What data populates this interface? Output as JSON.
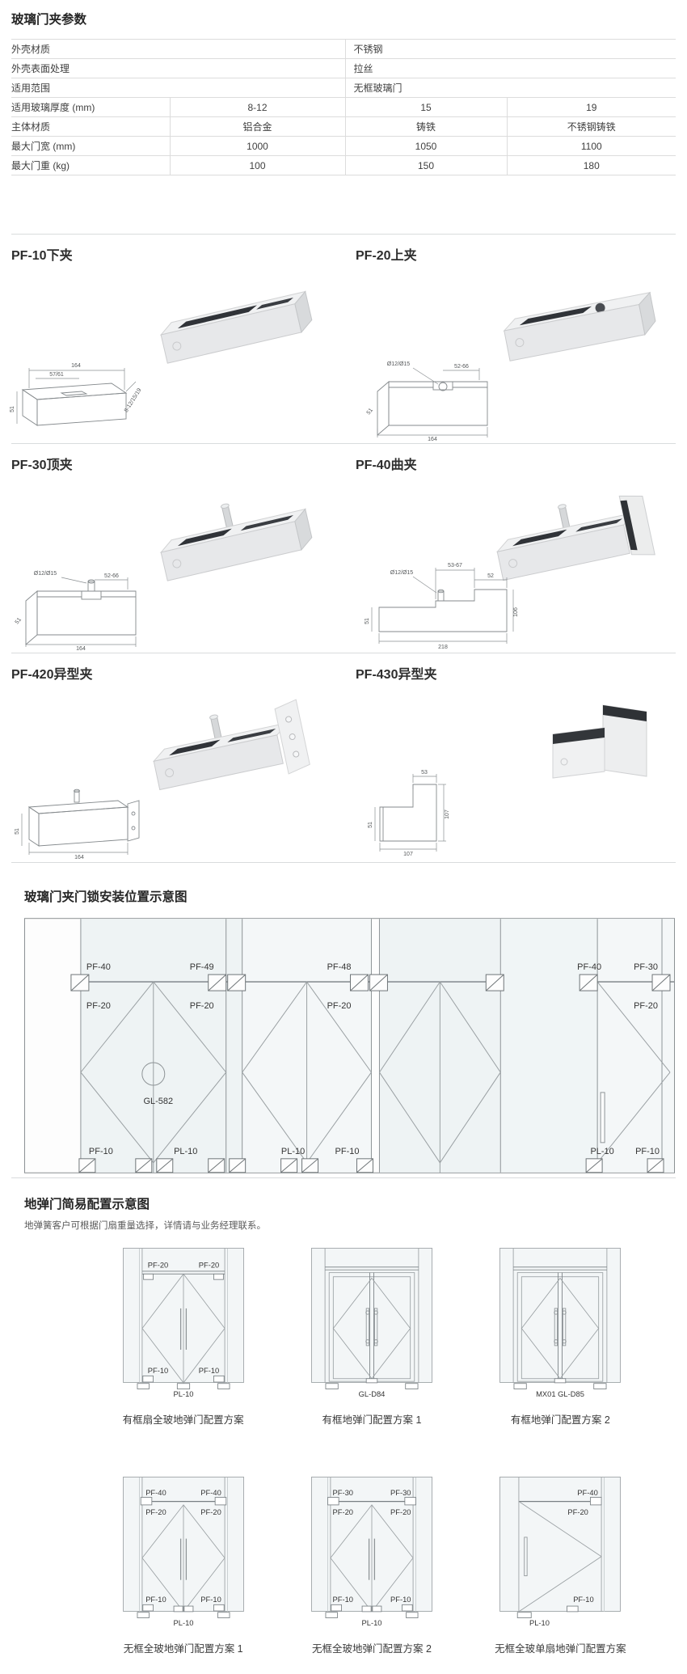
{
  "spec": {
    "title": "玻璃门夹参数",
    "rows_merged": [
      {
        "label": "外壳材质",
        "value": "不锈钢"
      },
      {
        "label": "外壳表面处理",
        "value": "拉丝"
      },
      {
        "label": "适用范围",
        "value": "无框玻璃门"
      }
    ],
    "rows_cols": [
      {
        "label": "适用玻璃厚度 (mm)",
        "v1": "8-12",
        "v2": "15",
        "v3": "19"
      },
      {
        "label": "主体材质",
        "v1": "铝合金",
        "v2": "铸铁",
        "v3": "不锈钢铸铁"
      },
      {
        "label": "最大门宽 (mm)",
        "v1": "1000",
        "v2": "1050",
        "v3": "1100"
      },
      {
        "label": "最大门重 (kg)",
        "v1": "100",
        "v2": "150",
        "v3": "180"
      }
    ]
  },
  "products": [
    {
      "title": "PF-10下夹",
      "d1": "164",
      "d2": "57/61",
      "d3": "8-12/15/19",
      "d4": "51"
    },
    {
      "title": "PF-20上夹",
      "d1": "Ø12/Ø15",
      "d2": "52-66",
      "d3": "51",
      "d4": "164"
    },
    {
      "title": "PF-30顶夹",
      "d1": "Ø12/Ø15",
      "d2": "52-66",
      "d3": "51",
      "d4": "164"
    },
    {
      "title": "PF-40曲夹",
      "d1": "Ø12/Ø15",
      "d2": "53-67",
      "d3": "52",
      "d4": "51",
      "d5": "106",
      "d6": "218"
    },
    {
      "title": "PF-420异型夹",
      "d1": "51",
      "d2": "164"
    },
    {
      "title": "PF-430异型夹",
      "d1": "53",
      "d2": "51",
      "d3": "107",
      "d4": "107"
    }
  ],
  "install": {
    "title": "玻璃门夹门锁安装位置示意图",
    "top_labels": [
      "PF-40",
      "PF-49",
      "PF-48",
      "PF-40",
      "PF-30"
    ],
    "upper_labels": [
      "PF-20",
      "PF-20",
      "PF-20",
      "PF-20"
    ],
    "lock": "GL-582",
    "floor_labels": [
      "PF-10",
      "PL-10",
      "PL-10",
      "PF-10",
      "PL-10",
      "PF-10"
    ]
  },
  "floor": {
    "title": "地弹门简易配置示意图",
    "note": "地弹簧客户可根据门扇重量选择，详情请与业务经理联系。",
    "diagrams": [
      {
        "caption": "有框扇全玻地弹门配置方案",
        "tl": "PF-20",
        "tr": "PF-20",
        "bl": "PF-10",
        "br": "PF-10",
        "bc": "PL-10"
      },
      {
        "caption": "有框地弹门配置方案 1",
        "bc": "GL-D84"
      },
      {
        "caption": "有框地弹门配置方案 2",
        "bc": "MX01 GL-D85"
      },
      {
        "caption": "无框全玻地弹门配置方案 1",
        "tl": "PF-40",
        "tr": "PF-40",
        "ml": "PF-20",
        "mr": "PF-20",
        "bl": "PF-10",
        "br": "PF-10",
        "bc": "PL-10"
      },
      {
        "caption": "无框全玻地弹门配置方案 2",
        "tl": "PF-30",
        "tr": "PF-30",
        "ml": "PF-20",
        "mr": "PF-20",
        "bl": "PF-10",
        "br": "PF-10",
        "bc": "PL-10"
      },
      {
        "caption": "无框全玻单扇地弹门配置方案",
        "tr": "PF-40",
        "mr": "PF-20",
        "br": "PF-10",
        "bc": "PL-10"
      }
    ]
  }
}
